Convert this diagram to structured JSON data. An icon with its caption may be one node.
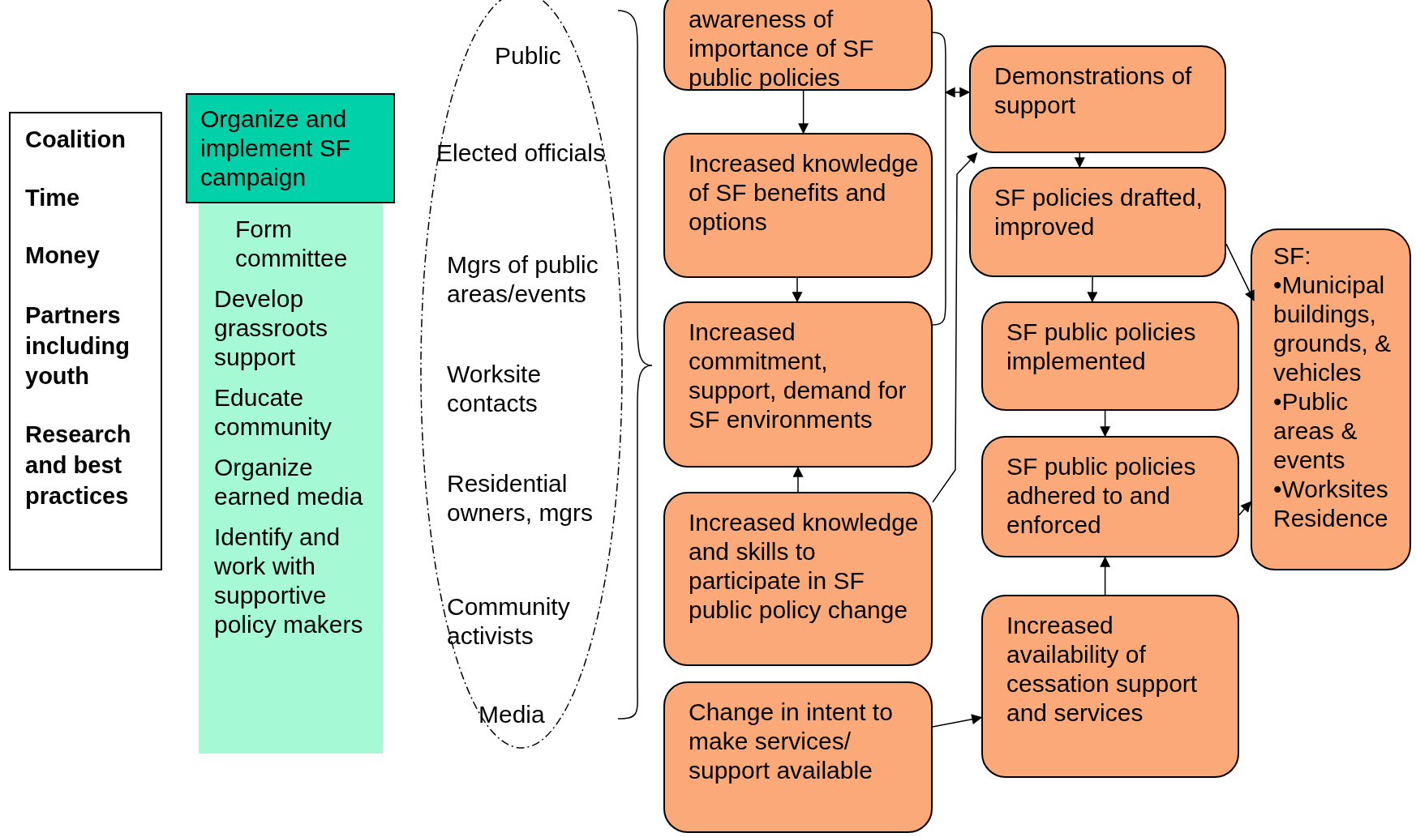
{
  "diagram": {
    "nodes": [
      {
        "text": [
          "Coalition",
          "Time",
          "Money",
          "Partners including youth",
          "Research and best practices"
        ]
      },
      {
        "text": [
          "Organize and implement SF campaign"
        ]
      },
      {
        "text": [
          "Form committee",
          "Develop grassroots support",
          "Educate community",
          "Organize earned media",
          "Identify and work with supportive policy makers"
        ]
      },
      {
        "text": [
          "Public",
          "Elected officials",
          "Mgrs of public areas/events",
          "Worksite contacts",
          "Residential owners, mgrs",
          "Community activists",
          "Media"
        ]
      },
      {
        "text": [
          "awareness of importance of SF public policies"
        ]
      },
      {
        "text": [
          "Increased knowledge of SF benefits and options"
        ]
      },
      {
        "text": [
          "Increased commitment, support, demand for SF environments"
        ]
      },
      {
        "text": [
          "Increased knowledge and skills to participate in SF public policy change"
        ]
      },
      {
        "text": [
          "Change in intent to make services/ support available"
        ]
      },
      {
        "text": [],
        "shape": "bracket"
      },
      {
        "text": [
          "Demonstrations of support"
        ]
      },
      {
        "text": [
          "SF policies drafted, improved"
        ]
      },
      {
        "text": [
          "SF public policies implemented"
        ]
      },
      {
        "text": [
          "SF public policies adhered to and enforced"
        ]
      },
      {
        "text": [
          "Increased availability of cessation support and services"
        ]
      },
      {
        "text": [
          "SF:",
          "•Municipal buildings, grounds, & vehicles",
          "•Public areas & events",
          "•Worksites Residence"
        ]
      }
    ],
    "edges": [
      {
        "from": 4,
        "to": 5,
        "arrow": "to"
      },
      {
        "from": 5,
        "to": 6,
        "arrow": "to"
      },
      {
        "from": 7,
        "to": 6,
        "arrow": "to"
      },
      {
        "from": 9,
        "to": 10,
        "arrow": "both"
      },
      {
        "from": 7,
        "to": 10,
        "arrow": "to"
      },
      {
        "from": 10,
        "to": 11,
        "arrow": "to"
      },
      {
        "from": 11,
        "to": 12,
        "arrow": "to"
      },
      {
        "from": 12,
        "to": 13,
        "arrow": "to"
      },
      {
        "from": 14,
        "to": 13,
        "arrow": "to"
      },
      {
        "from": 8,
        "to": 14,
        "arrow": "to"
      },
      {
        "from": 11,
        "to": 15,
        "arrow": "to"
      },
      {
        "from": 13,
        "to": 15,
        "arrow": "to"
      }
    ]
  }
}
